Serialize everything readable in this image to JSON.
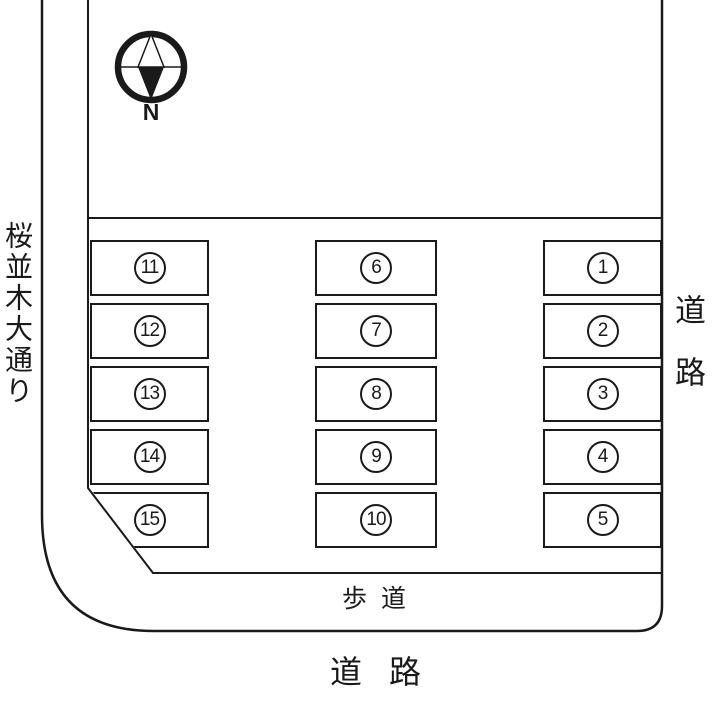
{
  "compass": {
    "north_label": "N"
  },
  "labels": {
    "left_street": "桜並木大通り",
    "right_street": "道路",
    "sidewalk": "歩道",
    "bottom_street": "道路"
  },
  "parking": {
    "spaces": [
      {
        "number": "1"
      },
      {
        "number": "2"
      },
      {
        "number": "3"
      },
      {
        "number": "4"
      },
      {
        "number": "5"
      },
      {
        "number": "6"
      },
      {
        "number": "7"
      },
      {
        "number": "8"
      },
      {
        "number": "9"
      },
      {
        "number": "10"
      },
      {
        "number": "11"
      },
      {
        "number": "12"
      },
      {
        "number": "13"
      },
      {
        "number": "14"
      },
      {
        "number": "15"
      }
    ]
  },
  "colors": {
    "line": "#1a1a1a",
    "background": "#ffffff"
  }
}
